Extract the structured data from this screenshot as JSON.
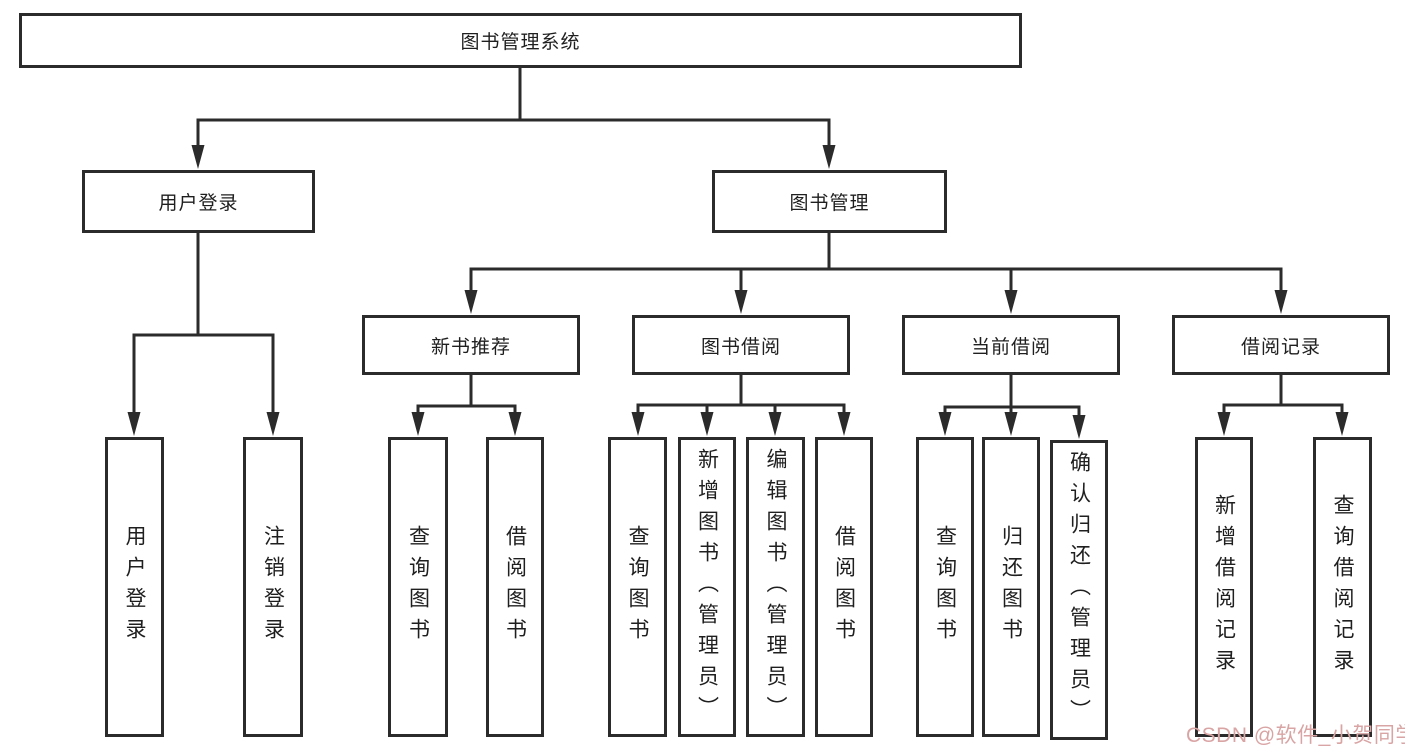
{
  "watermark": "CSDN @软件_小贺同学",
  "colors": {
    "line": "#2b2b2b",
    "box_border": "#2b2b2b",
    "text": "#1f1f1f",
    "watermark": "#d9a4a4",
    "background": "#ffffff"
  },
  "nodes": {
    "root": {
      "label": "图书管理系统"
    },
    "user_login": {
      "label": "用户登录"
    },
    "book_mgmt": {
      "label": "图书管理"
    },
    "new_book_rec": {
      "label": "新书推荐"
    },
    "book_borrow": {
      "label": "图书借阅"
    },
    "current_borrow": {
      "label": "当前借阅"
    },
    "borrow_records": {
      "label": "借阅记录"
    },
    "leaf_login": {
      "label": "用户登录"
    },
    "leaf_logout": {
      "label": "注销登录"
    },
    "rec_query": {
      "label": "查询图书"
    },
    "rec_borrow": {
      "label": "借阅图书"
    },
    "bb_query": {
      "label": "查询图书"
    },
    "bb_add": {
      "label": "新增图书（管理员）"
    },
    "bb_edit": {
      "label": "编辑图书（管理员）"
    },
    "bb_borrow": {
      "label": "借阅图书"
    },
    "cb_query": {
      "label": "查询图书"
    },
    "cb_return": {
      "label": "归还图书"
    },
    "cb_confirm": {
      "label": "确认归还（管理员）"
    },
    "br_add": {
      "label": "新增借阅记录"
    },
    "br_query": {
      "label": "查询借阅记录"
    }
  },
  "hierarchy": {
    "图书管理系统": {
      "用户登录": [
        "用户登录",
        "注销登录"
      ],
      "图书管理": {
        "新书推荐": [
          "查询图书",
          "借阅图书"
        ],
        "图书借阅": [
          "查询图书",
          "新增图书（管理员）",
          "编辑图书（管理员）",
          "借阅图书"
        ],
        "当前借阅": [
          "查询图书",
          "归还图书",
          "确认归还（管理员）"
        ],
        "借阅记录": [
          "新增借阅记录",
          "查询借阅记录"
        ]
      }
    }
  }
}
